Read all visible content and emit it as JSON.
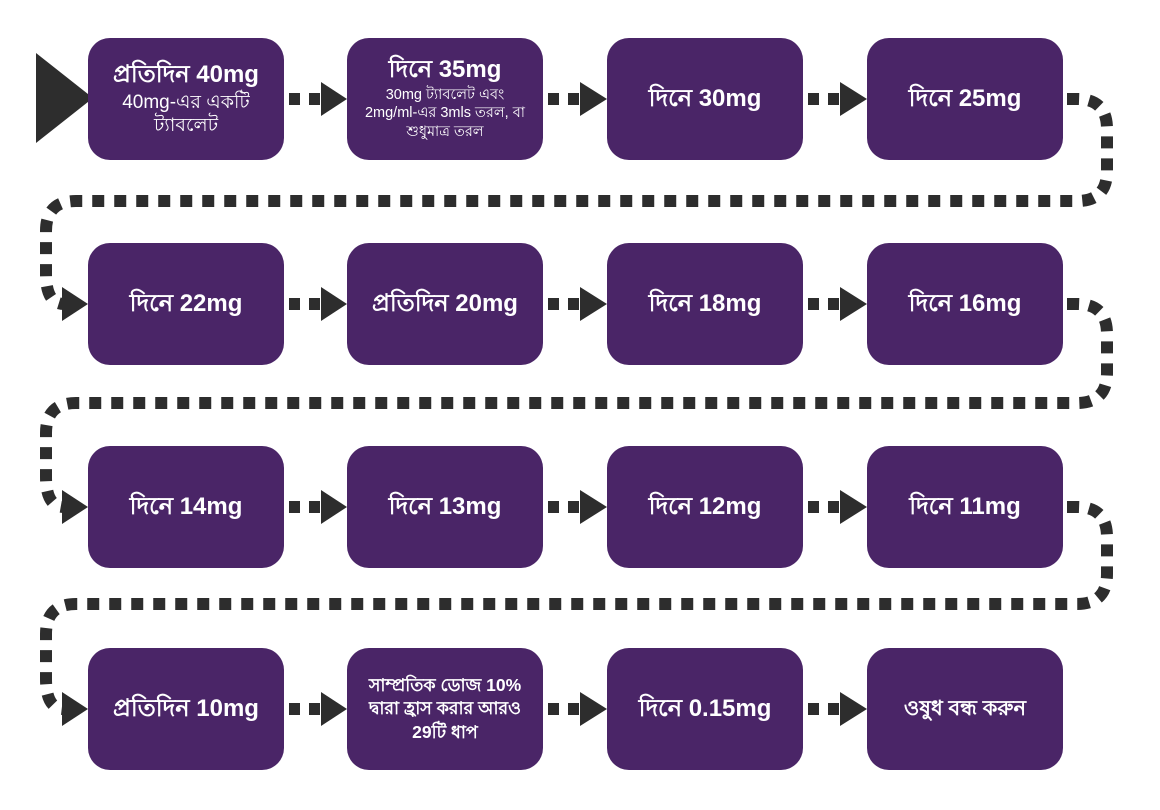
{
  "colors": {
    "box": "#4A2567",
    "connector": "#2D2D2D",
    "background": "#FFFFFF",
    "text": "#FFFFFF"
  },
  "flow": {
    "boxes": [
      {
        "title": "প্রতিদিন 40mg",
        "subtitle": "40mg-এর একটি ট্যাবলেট"
      },
      {
        "title": "দিনে 35mg",
        "subtitle": "30mg ট্যাবলেট এবং 2mg/ml-এর 3mls তরল, বা শুধুমাত্র তরল"
      },
      {
        "title": "দিনে 30mg"
      },
      {
        "title": "দিনে 25mg"
      },
      {
        "title": "দিনে 22mg"
      },
      {
        "title": "প্রতিদিন 20mg"
      },
      {
        "title": "দিনে 18mg"
      },
      {
        "title": "দিনে 16mg"
      },
      {
        "title": "দিনে 14mg"
      },
      {
        "title": "দিনে 13mg"
      },
      {
        "title": "দিনে 12mg"
      },
      {
        "title": "দিনে 11mg"
      },
      {
        "title": "প্রতিদিন 10mg"
      },
      {
        "title": "সাম্প্রতিক ডোজ 10% দ্বারা হ্রাস করার আরও 29টি ধাপ"
      },
      {
        "title": "দিনে 0.15mg"
      },
      {
        "title": "ওষুধ বন্ধ করুন"
      }
    ]
  }
}
